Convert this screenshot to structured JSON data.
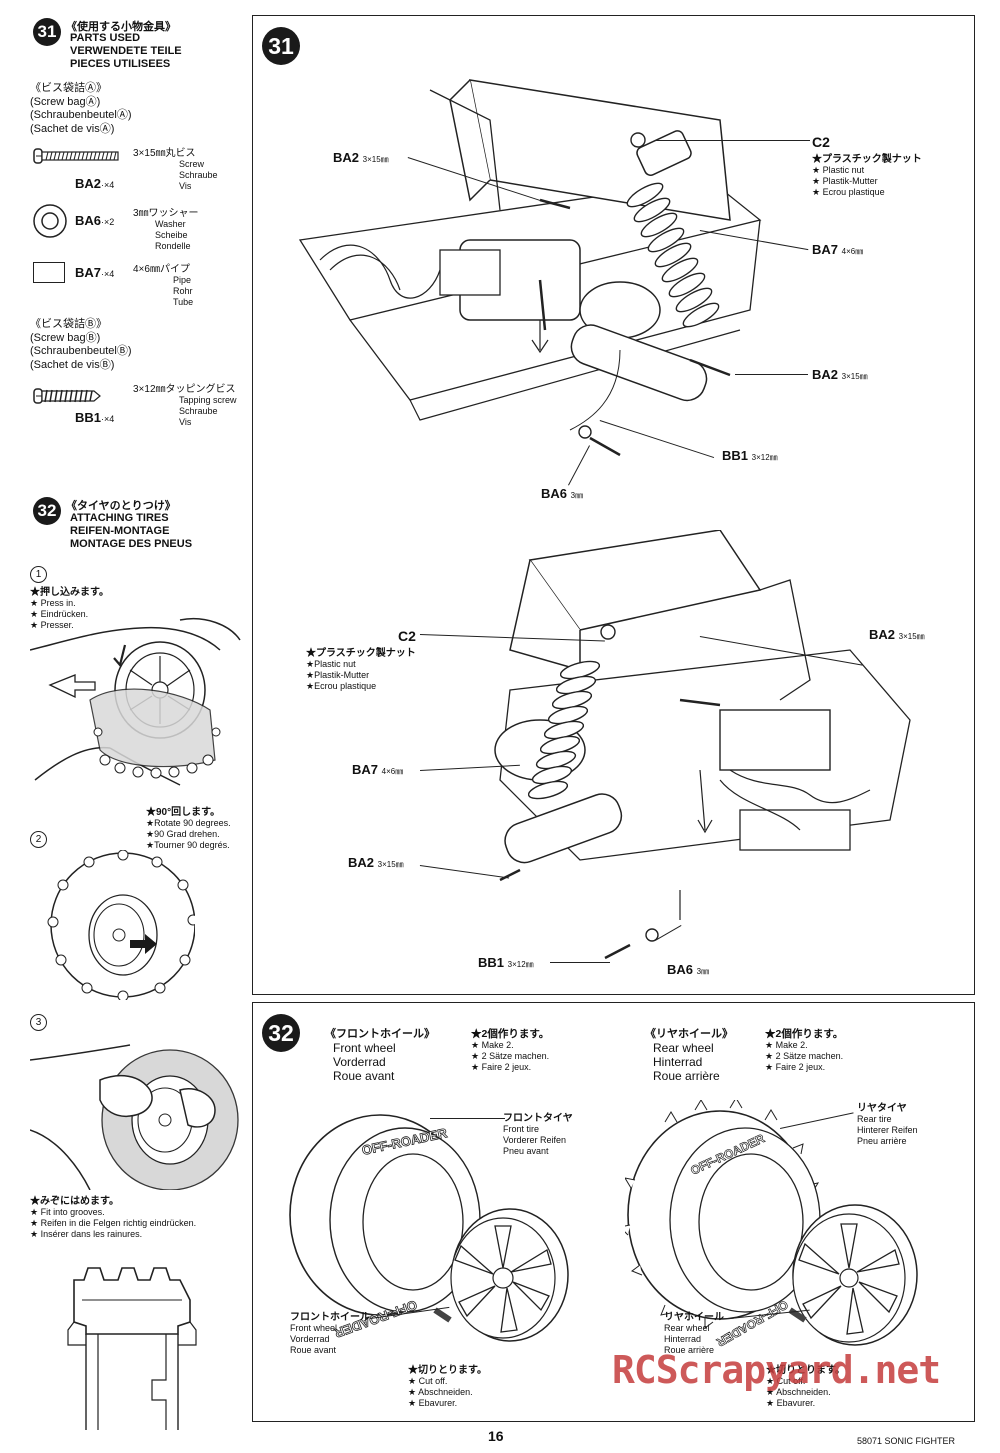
{
  "step31": {
    "num": "31",
    "jp_title": "《使用する小物金具》",
    "en": "PARTS USED",
    "de": "VERWENDETE TEILE",
    "fr": "PIECES UTILISEES",
    "bagA_jp": "《ビス袋詰Ⓐ》",
    "bagA_en": "(Screw bagⒶ)",
    "bagA_de": "(SchraubenbeutelⒶ)",
    "bagA_fr": "(Sachet de visⒶ)",
    "bagB_jp": "《ビス袋詰Ⓑ》",
    "bagB_en": "(Screw bagⒷ)",
    "bagB_de": "(SchraubenbeutelⒷ)",
    "bagB_fr": "(Sachet de visⒷ)",
    "parts": [
      {
        "code": "BA2",
        "qty": "·×4",
        "jp": "3×15㎜丸ビス",
        "en": "Screw",
        "de": "Schraube",
        "fr": "Vis"
      },
      {
        "code": "BA6",
        "qty": "·×2",
        "jp": "3㎜ワッシャー",
        "en": "Washer",
        "de": "Scheibe",
        "fr": "Rondelle"
      },
      {
        "code": "BA7",
        "qty": "·×4",
        "jp": "4×6㎜パイプ",
        "en": "Pipe",
        "de": "Rohr",
        "fr": "Tube"
      },
      {
        "code": "BB1",
        "qty": "·×4",
        "jp": "3×12㎜タッピングビス",
        "en": "Tapping screw",
        "de": "Schraube",
        "fr": "Vis"
      }
    ],
    "diagram_labels": {
      "ba2_top": "BA2",
      "ba2_top_size": "3×15㎜",
      "c2": "C2",
      "c2_jp": "★プラスチック製ナット",
      "c2_en": "★ Plastic nut",
      "c2_de": "★ Plastik-Mutter",
      "c2_fr": "★ Ecrou plastique",
      "ba7": "BA7",
      "ba7_size": "4×6㎜",
      "ba2_right": "BA2",
      "ba2_right_size": "3×15㎜",
      "bb1": "BB1",
      "bb1_size": "3×12㎜",
      "ba6": "BA6",
      "ba6_size": "3㎜"
    },
    "diagram2_labels": {
      "c2": "C2",
      "c2_jp": "★プラスチック製ナット",
      "c2_en": "★Plastic nut",
      "c2_de": "★Plastik-Mutter",
      "c2_fr": "★Ecrou plastique",
      "ba2_top": "BA2",
      "ba2_top_size": "3×15㎜",
      "ba7": "BA7",
      "ba7_size": "4×6㎜",
      "ba2_left": "BA2",
      "ba2_left_size": "3×15㎜",
      "bb1": "BB1",
      "bb1_size": "3×12㎜",
      "ba6": "BA6",
      "ba6_size": "3㎜"
    }
  },
  "step32": {
    "num": "32",
    "jp_title": "《タイヤのとりつけ》",
    "en": "ATTACHING TIRES",
    "de": "REIFEN-MONTAGE",
    "fr": "MONTAGE DES PNEUS",
    "sub1_num": "1",
    "sub1_jp": "★押し込みます。",
    "sub1_en": "★ Press in.",
    "sub1_de": "★ Eindrücken.",
    "sub1_fr": "★ Presser.",
    "sub2_num": "2",
    "sub2_jp": "★90°回します。",
    "sub2_en": "★Rotate 90 degrees.",
    "sub2_de": "★90 Grad drehen.",
    "sub2_fr": "★Tourner 90 degrés.",
    "sub3_num": "3",
    "sub3_jp": "★みぞにはめます。",
    "sub3_en": "★ Fit into grooves.",
    "sub3_de": "★ Reifen in die Felgen richtig eindrücken.",
    "sub3_fr": "★ Insérer dans les rainures.",
    "front_jp": "《フロントホイール》",
    "front_en": "Front wheel",
    "front_de": "Vorderrad",
    "front_fr": "Roue avant",
    "make2_jp": "★2個作ります。",
    "make2_en": "★ Make 2.",
    "make2_de": "★ 2 Sätze machen.",
    "make2_fr": "★ Faire 2 jeux.",
    "rear_jp": "《リヤホイール》",
    "rear_en": "Rear wheel",
    "rear_de": "Hinterrad",
    "rear_fr": "Roue arrière",
    "front_tire_jp": "フロントタイヤ",
    "front_tire_en": "Front tire",
    "front_tire_de": "Vorderer Reifen",
    "front_tire_fr": "Pneu avant",
    "rear_tire_jp": "リヤタイヤ",
    "rear_tire_en": "Rear tire",
    "rear_tire_de": "Hinterer Reifen",
    "rear_tire_fr": "Pneu arrière",
    "front_wheel_jp": "フロントホイール",
    "front_wheel_en": "Front wheel",
    "front_wheel_de": "Vorderrad",
    "front_wheel_fr": "Roue avant",
    "rear_wheel_jp": "リヤホイール",
    "rear_wheel_en": "Rear wheel",
    "rear_wheel_de": "Hinterrad",
    "rear_wheel_fr": "Roue arrière",
    "cut_jp": "★切りとります。",
    "cut_en": "★ Cut off.",
    "cut_de": "★ Abschneiden.",
    "cut_fr": "★ Ebavurer.",
    "tire_text": "OFF-ROADER"
  },
  "footer": {
    "page": "16",
    "model": "58071 SONIC FIGHTER",
    "watermark": "RCScrapyard.net"
  }
}
